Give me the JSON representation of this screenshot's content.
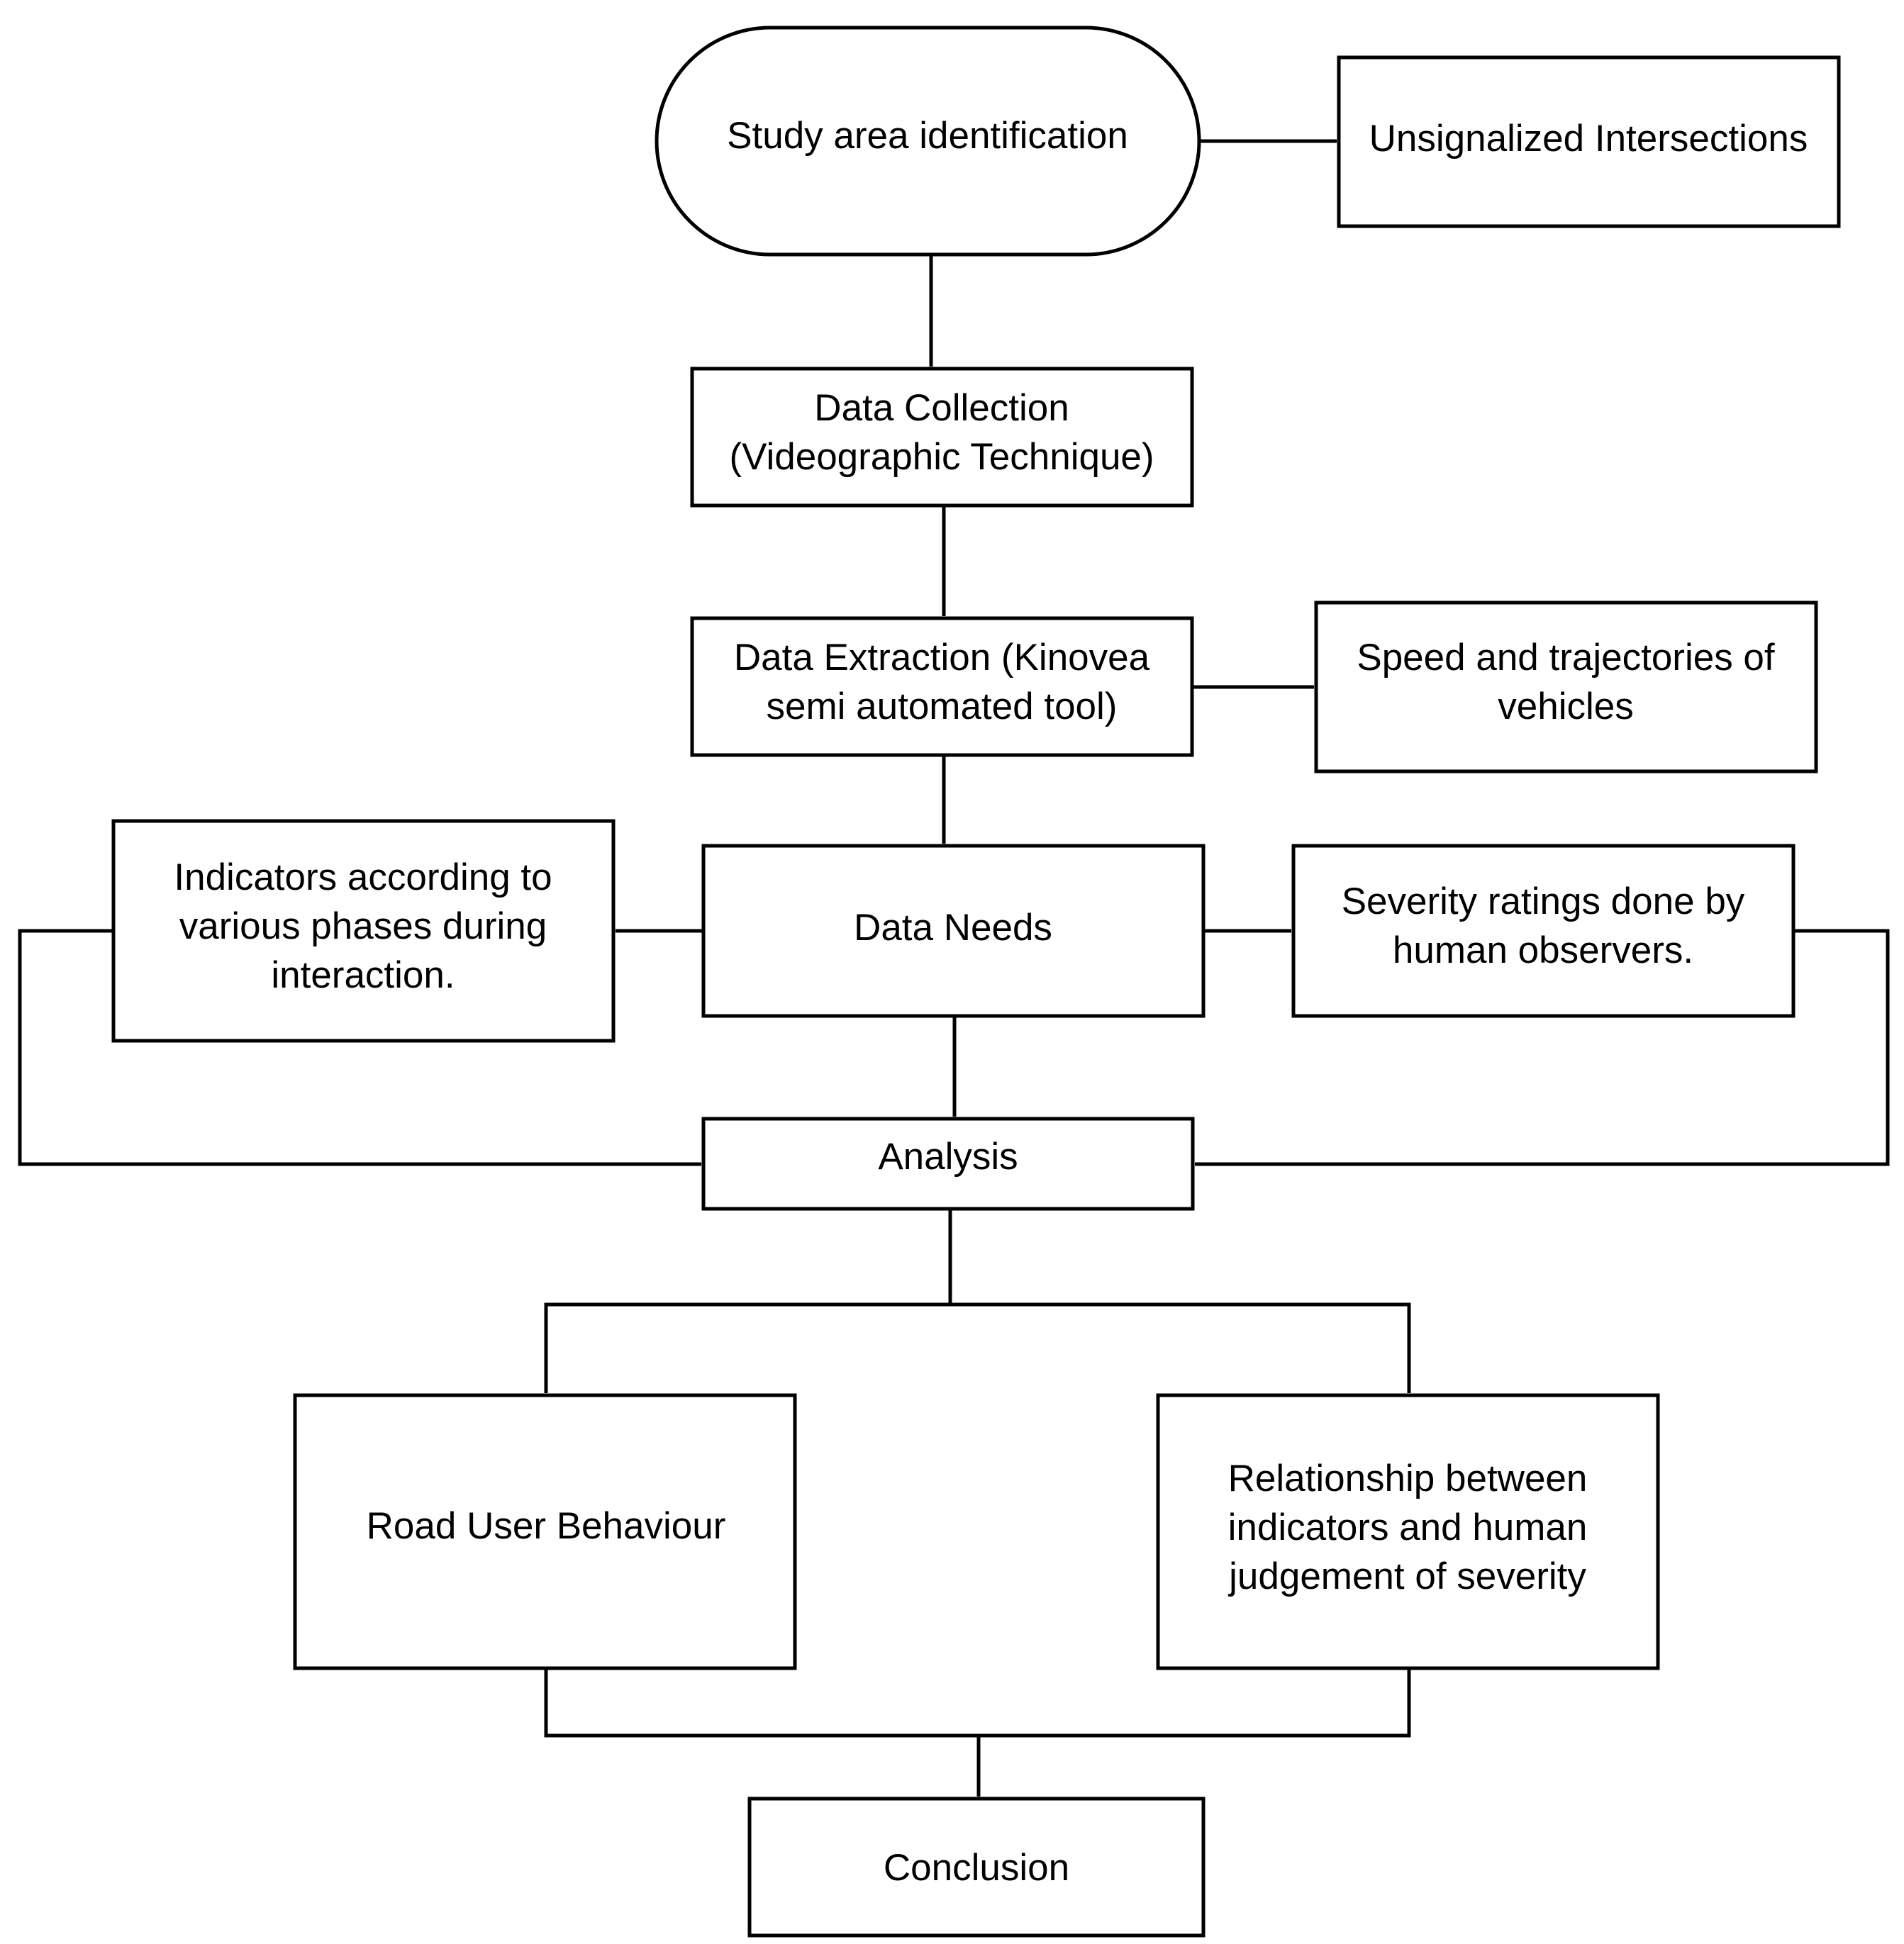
{
  "diagram": {
    "nodes": {
      "study_area": {
        "lines": [
          "Study area identification"
        ]
      },
      "unsignalized": {
        "lines": [
          "Unsignalized Intersections"
        ]
      },
      "data_collection": {
        "lines": [
          "Data Collection",
          "(Videographic Technique)"
        ]
      },
      "data_extraction": {
        "lines": [
          "Data Extraction (Kinovea",
          "semi automated tool)"
        ]
      },
      "speed_trajectories": {
        "lines": [
          "Speed and trajectories of",
          "vehicles"
        ]
      },
      "indicators": {
        "lines": [
          "Indicators according to",
          "various phases during",
          "interaction."
        ]
      },
      "data_needs": {
        "lines": [
          "Data Needs"
        ]
      },
      "severity_ratings": {
        "lines": [
          "Severity ratings done by",
          "human observers."
        ]
      },
      "analysis": {
        "lines": [
          "Analysis"
        ]
      },
      "road_user": {
        "lines": [
          "Road User Behaviour"
        ]
      },
      "relationship": {
        "lines": [
          "Relationship between",
          "indicators and human",
          "judgement of severity"
        ]
      },
      "conclusion": {
        "lines": [
          "Conclusion"
        ]
      }
    }
  }
}
